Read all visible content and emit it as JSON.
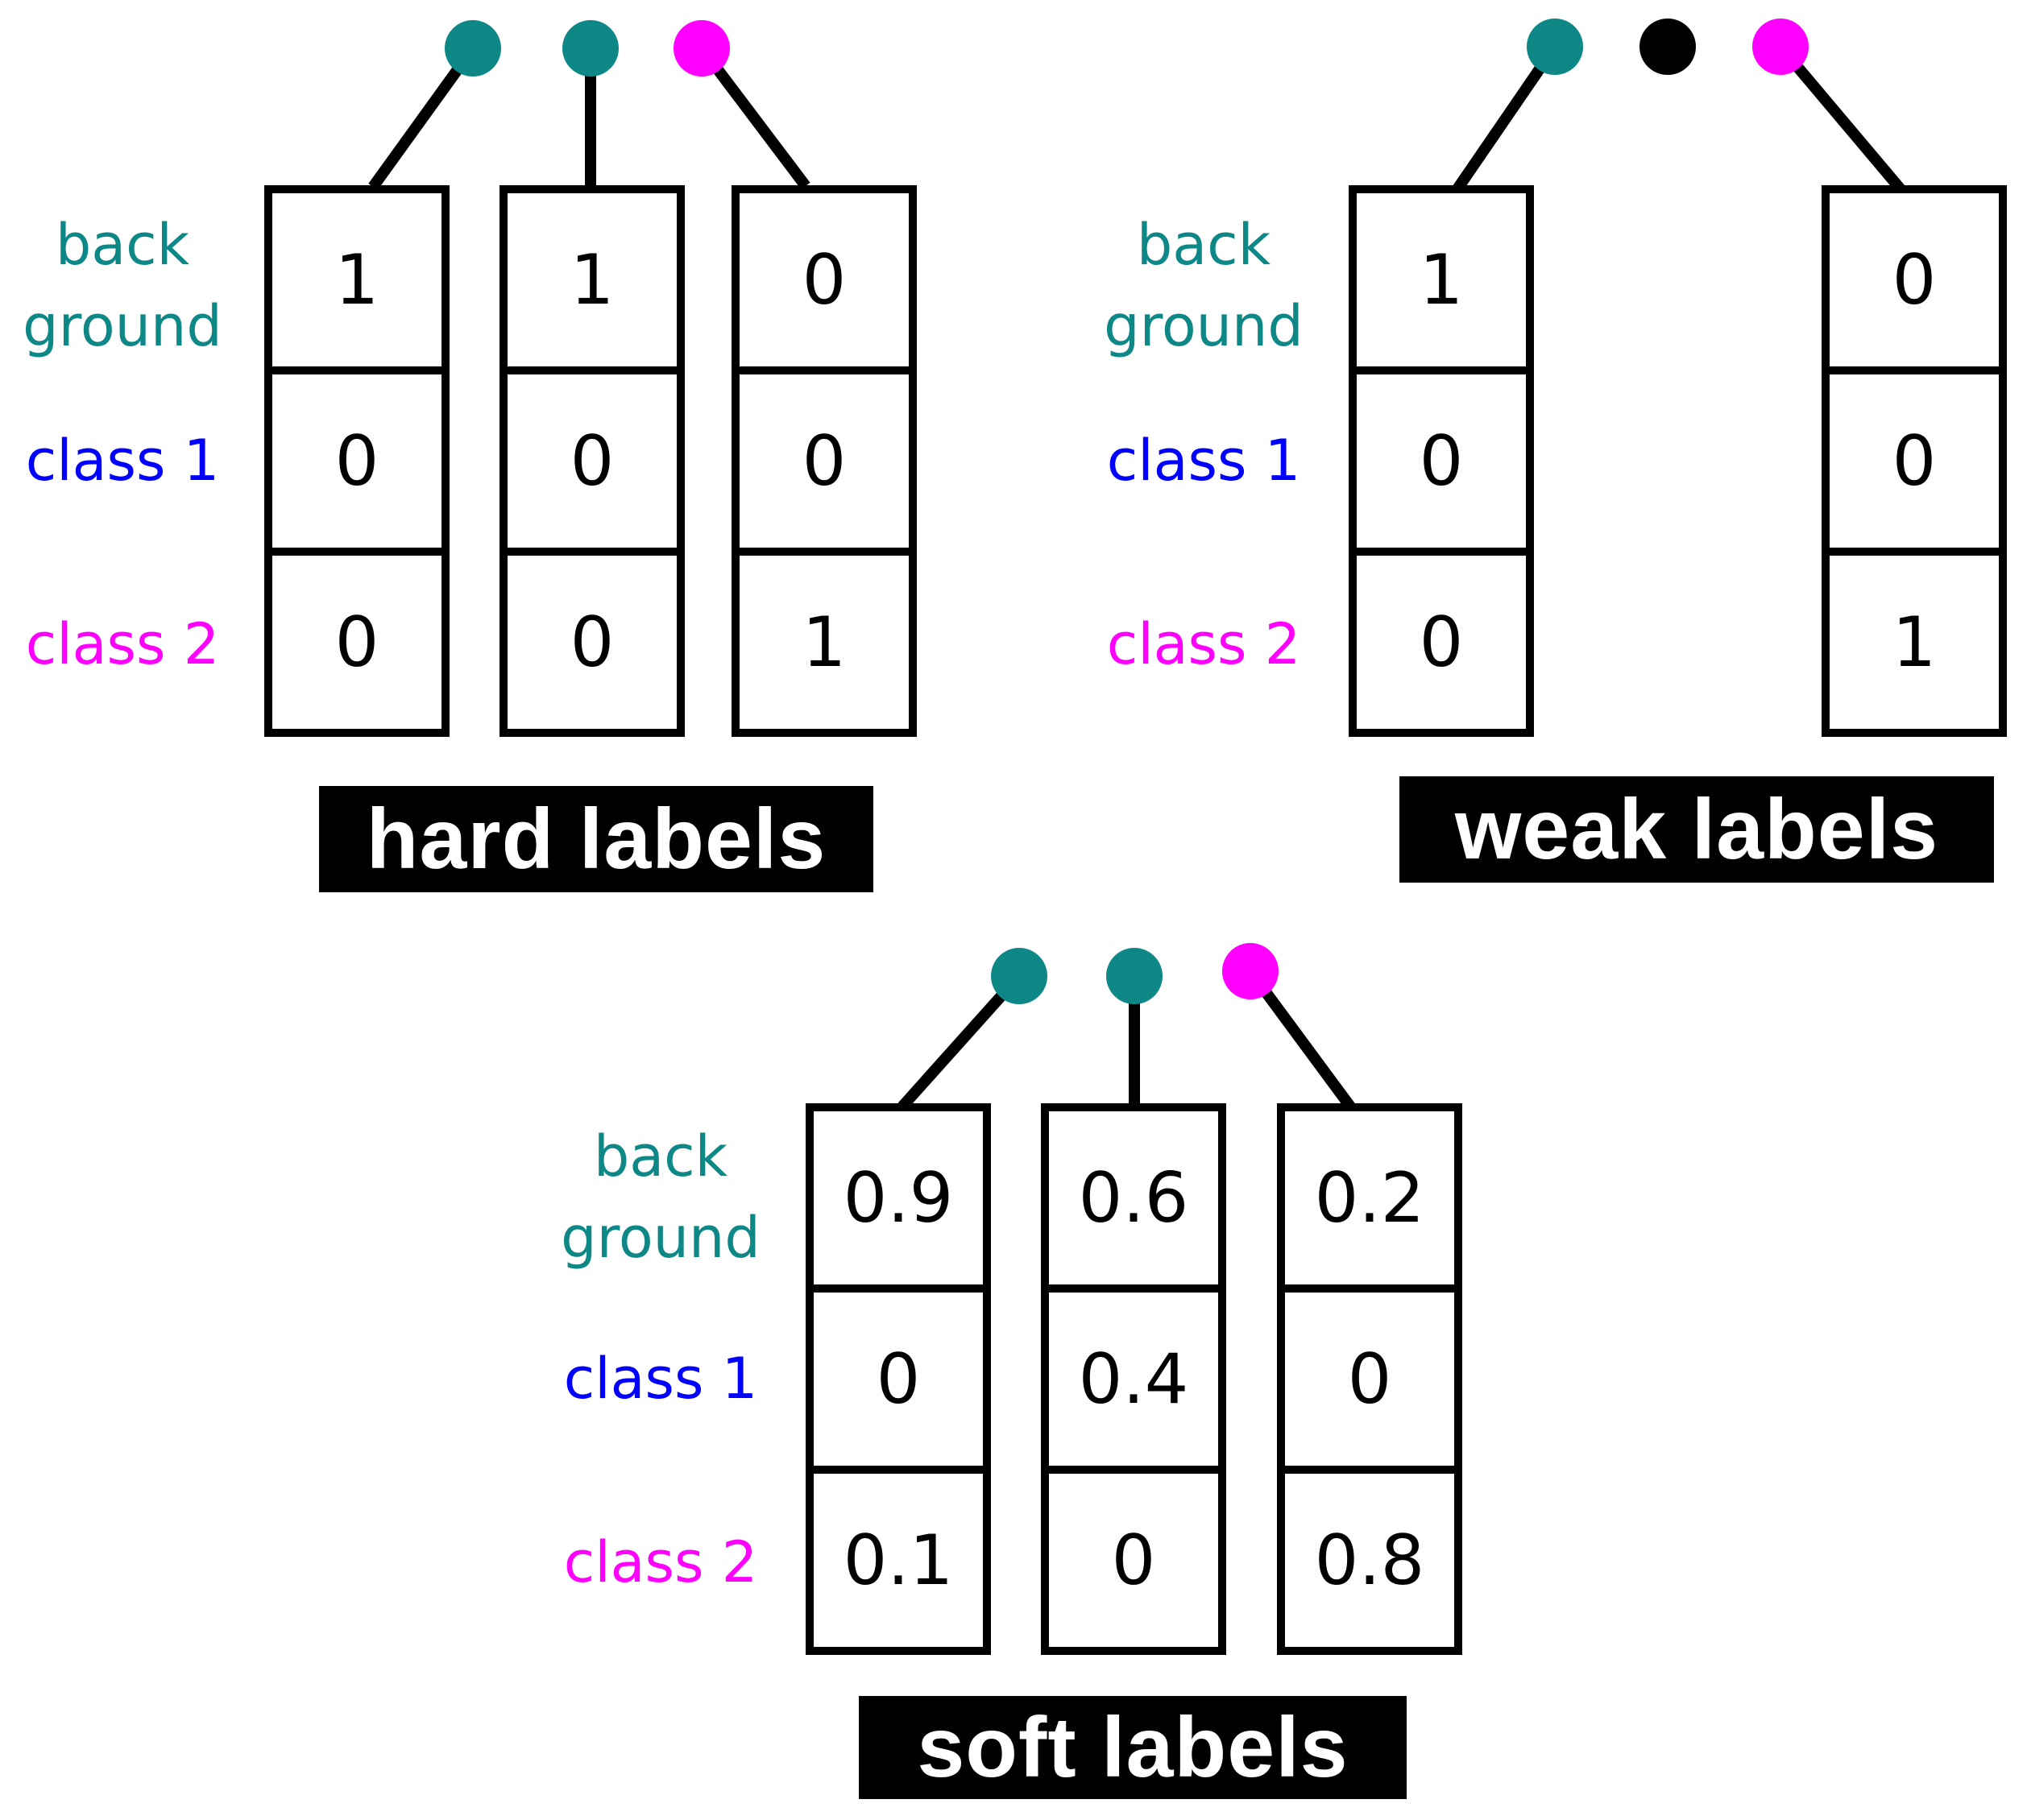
{
  "colors": {
    "teal": "#0e8787",
    "magenta": "#ff00ff",
    "black": "#000000",
    "blue": "#0000ff",
    "title_bg": "#000000",
    "title_fg": "#ffffff"
  },
  "labels": {
    "background_line1": "back",
    "background_line2": "ground",
    "background_color": "#0e8787",
    "class1": "class 1",
    "class1_color": "#0000ff",
    "class2": "class 2",
    "class2_color": "#ff00ff"
  },
  "panels": {
    "hard": {
      "title": "hard labels",
      "dots": [
        "#0e8787",
        "#0e8787",
        "#ff00ff"
      ],
      "columns": [
        {
          "values": [
            "1",
            "0",
            "0"
          ]
        },
        {
          "values": [
            "1",
            "0",
            "0"
          ]
        },
        {
          "values": [
            "0",
            "0",
            "1"
          ]
        }
      ]
    },
    "weak": {
      "title": "weak labels",
      "dots": [
        "#0e8787",
        "#000000",
        "#ff00ff"
      ],
      "columns": [
        {
          "values": [
            "1",
            "0",
            "0"
          ]
        },
        {
          "values": [
            "0",
            "0",
            "1"
          ]
        }
      ]
    },
    "soft": {
      "title": "soft labels",
      "dots": [
        "#0e8787",
        "#0e8787",
        "#ff00ff"
      ],
      "columns": [
        {
          "values": [
            "0.9",
            "0",
            "0.1"
          ]
        },
        {
          "values": [
            "0.6",
            "0.4",
            "0"
          ]
        },
        {
          "values": [
            "0.2",
            "0",
            "0.8"
          ]
        }
      ]
    }
  }
}
